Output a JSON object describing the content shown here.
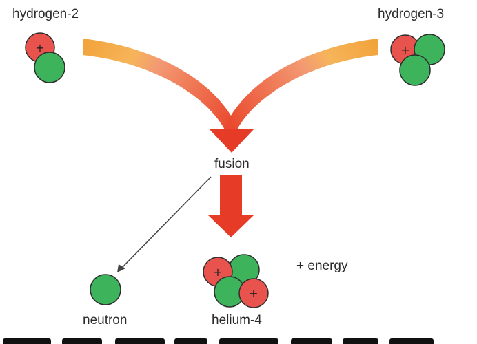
{
  "labels": {
    "hydrogen2": "hydrogen-2",
    "hydrogen3": "hydrogen-3",
    "fusion": "fusion",
    "neutron": "neutron",
    "helium4": "helium-4",
    "energy": "+ energy"
  },
  "particles": {
    "proton_symbol": "+"
  },
  "colors": {
    "proton": "#e8534e",
    "neutron": "#3db35c",
    "outline": "#2e2e2e",
    "arrow_orange": "#f2a33a",
    "arrow_red": "#e63b27",
    "thin_arrow": "#444444"
  }
}
